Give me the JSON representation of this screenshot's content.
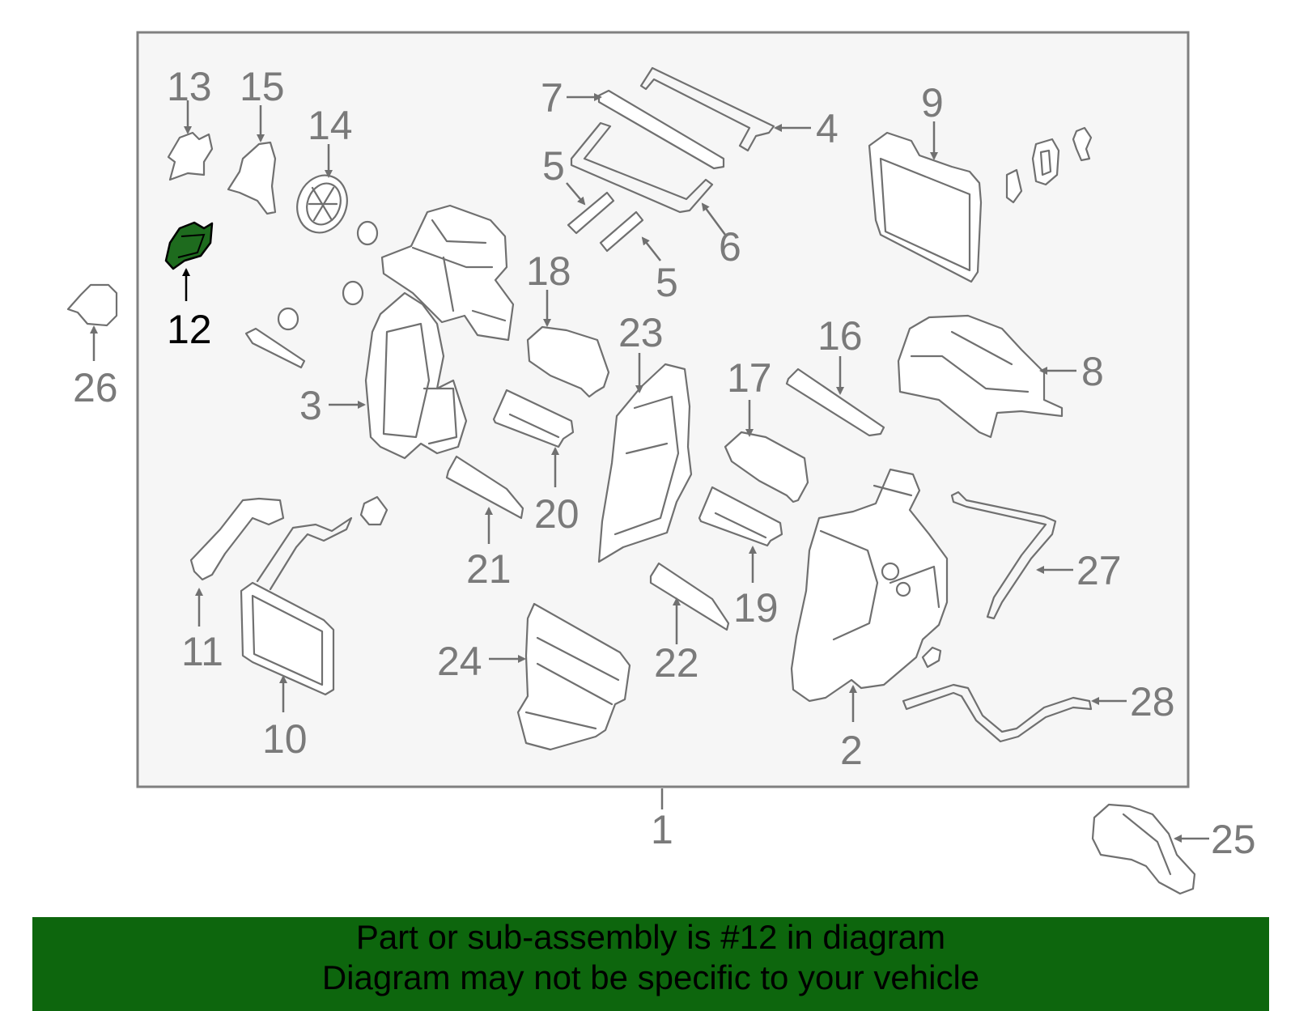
{
  "callouts": {
    "c1": "1",
    "c2": "2",
    "c3": "3",
    "c4": "4",
    "c5a": "5",
    "c5b": "5",
    "c6": "6",
    "c7": "7",
    "c8": "8",
    "c9": "9",
    "c10": "10",
    "c11": "11",
    "c12": "12",
    "c13": "13",
    "c14": "14",
    "c15": "15",
    "c16": "16",
    "c17": "17",
    "c18": "18",
    "c19": "19",
    "c20": "20",
    "c21": "21",
    "c22": "22",
    "c23": "23",
    "c24": "24",
    "c25": "25",
    "c26": "26",
    "c27": "27",
    "c28": "28"
  },
  "highlighted_part": "12",
  "colors": {
    "highlight_fill": "#1e6b1e",
    "banner_background": "#0d660d",
    "panel_background": "#f6f6f6",
    "line_gray": "#707070"
  },
  "banner": {
    "line1": "Part or sub-assembly is #12 in diagram",
    "line2": "Diagram may not be specific to your vehicle"
  }
}
